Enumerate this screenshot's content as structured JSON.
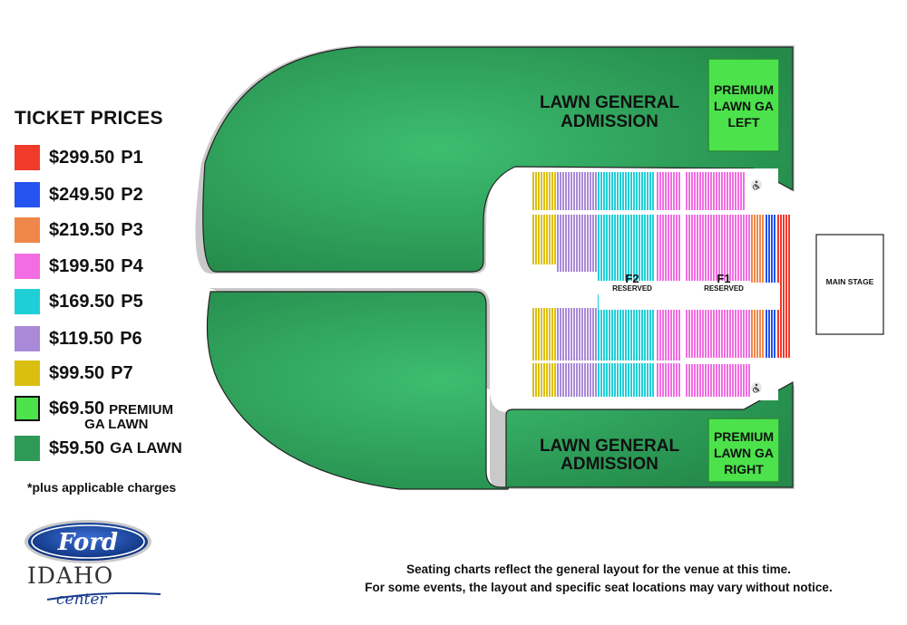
{
  "legend": {
    "title": "TICKET PRICES",
    "items": [
      {
        "price": "$299.50",
        "code": "P1",
        "color": "#f03a2a"
      },
      {
        "price": "$249.50",
        "code": "P2",
        "color": "#2553f0"
      },
      {
        "price": "$219.50",
        "code": "P3",
        "color": "#f0874a"
      },
      {
        "price": "$199.50",
        "code": "P4",
        "color": "#f26de3"
      },
      {
        "price": "$169.50",
        "code": "P5",
        "color": "#1fcfd8"
      },
      {
        "price": "$119.50",
        "code": "P6",
        "color": "#a88ad8"
      },
      {
        "price": "$99.50",
        "code": "P7",
        "color": "#dbbf10"
      },
      {
        "price": "$69.50",
        "code": "PREMIUM",
        "code2": "GA LAWN",
        "color": "#4be24b"
      },
      {
        "price": "$59.50",
        "code": "GA LAWN",
        "color": "#2e9a56"
      }
    ],
    "charges_note": "*plus applicable charges"
  },
  "map": {
    "lawn_top_line1": "LAWN GENERAL",
    "lawn_top_line2": "ADMISSION",
    "lawn_bottom_line1": "LAWN GENERAL",
    "lawn_bottom_line2": "ADMISSION",
    "premium_left": [
      "PREMIUM",
      "LAWN GA",
      "LEFT"
    ],
    "premium_right": [
      "PREMIUM",
      "LAWN GA",
      "RIGHT"
    ],
    "f1_label": "F1",
    "f1_sub": "RESERVED",
    "f2_label": "F2",
    "f2_sub": "RESERVED",
    "stage_label": "MAIN STAGE",
    "wheelchair_icon": "wheelchair-icon"
  },
  "logo": {
    "brand": "Ford",
    "venue": "IDAHO",
    "venue_sub": "center"
  },
  "disclaimer": {
    "line1": "Seating charts reflect the general layout for the venue at this time.",
    "line2": "For some events, the layout and specific seat locations may vary without notice."
  }
}
